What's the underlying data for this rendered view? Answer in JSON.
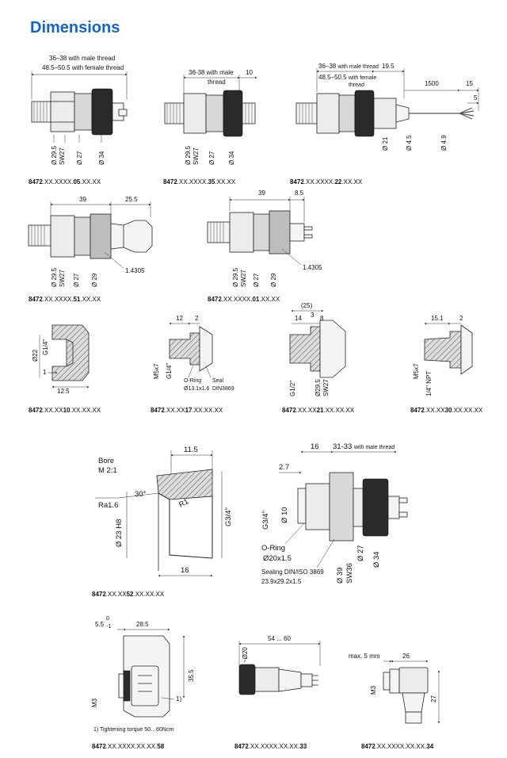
{
  "title": "Dimensions",
  "drawings": {
    "d05": {
      "dim_top_1": "36–38 with male thread",
      "dim_top_2": "48.5–50.5 with female thread",
      "v1": "Ø 29.5",
      "v2": "SW27",
      "v3": "Ø 27",
      "v4": "Ø 34",
      "pn_a": "8472",
      "pn_b": ".XX.XXXX.",
      "pn_c": "05",
      "pn_d": ".XX.XX"
    },
    "d35": {
      "dim_top_1": "36-38 with male",
      "dim_top_2": "thread",
      "dim_right": "10",
      "v1": "Ø 29.5",
      "v2": "SW27",
      "v3": "Ø 27",
      "v4": "Ø 34",
      "pn_a": "8472",
      "pn_b": ".XX.XXXX.",
      "pn_c": "35",
      "pn_d": ".XX.XX"
    },
    "d22": {
      "dim_top_1": "36–38",
      "dim_top_1s": "with male thread",
      "dim_top_2": "48.5–50.5",
      "dim_top_2s": "with female",
      "dim_top_3s": "thread",
      "dim_19": "19.5",
      "dim_1500": "1500",
      "dim_15": "15",
      "dim_5": "5",
      "v1": "Ø 21",
      "v2": "Ø 4.5",
      "v3": "Ø 4.9",
      "pn_a": "8472",
      "pn_b": ".XX.XXXX.",
      "pn_c": "22",
      "pn_d": ".XX.XX"
    },
    "d51": {
      "dim_39": "39",
      "dim_255": "25.5",
      "v1": "Ø 29.5",
      "v2": "SW27",
      "v3": "Ø 27",
      "v4": "Ø 29",
      "mat": "1.4305",
      "pn_a": "8472",
      "pn_b": ".XX.XXXX.",
      "pn_c": "51",
      "pn_d": ".XX.XX"
    },
    "d01": {
      "dim_39": "39",
      "dim_85": "8.5",
      "v1": "Ø 29.5",
      "v2": "SW27",
      "v3": "Ø 27",
      "v4": "Ø 29",
      "mat": "1.4305",
      "pn_a": "8472",
      "pn_b": ".XX.XXXX.",
      "pn_c": "01",
      "pn_d": ".XX.XX"
    },
    "d10": {
      "v1": "Ø22",
      "v2": "G1/4\"",
      "dim_1": "1",
      "dim_125": "12.5",
      "pn_a": "8472",
      "pn_b": ".XX.XX",
      "pn_c": "10",
      "pn_d": ".XX.XX.XX"
    },
    "d17": {
      "dim_12": "12",
      "dim_2": "2",
      "v1": "M5x7",
      "v2": "G1/4\"",
      "oring_1": "O-Ring",
      "oring_2": "Ø13.1x1.6",
      "seal_1": "Seal",
      "seal_2": "DIN3869",
      "pn_a": "8472",
      "pn_b": ".XX.XX",
      "pn_c": "17",
      "pn_d": ".XX.XX.XX"
    },
    "d21": {
      "dim_25": "(25)",
      "dim_14": "14",
      "dim_3": "3",
      "dim_8": "8",
      "v1": "G1/2\"",
      "v2": "Ø29.5",
      "v3": "SW27",
      "pn_a": "8472",
      "pn_b": ".XX.XX",
      "pn_c": "21",
      "pn_d": ".XX.XX.XX"
    },
    "d30": {
      "dim_151": "15.1",
      "dim_2": "2",
      "v1": "M5x7",
      "v2": "1/4\" NPT",
      "pn_a": "8472",
      "pn_b": ".XX.XX",
      "pn_c": "30",
      "pn_d": ".XX.XX.XX"
    },
    "d52": {
      "bore_1": "Bore",
      "bore_2": "M 2:1",
      "dim_115": "11.5",
      "ra": "Ra1.6",
      "angle": "30°",
      "r1": "R1",
      "v1": "Ø 23 H8",
      "v2": "G3/4\"",
      "dim_16": "16",
      "right_16": "16",
      "right_31": "31-33",
      "right_31s": "with male thread",
      "right_27": "2.7",
      "right_g34": "G3/4\"",
      "right_d10": "Ø 10",
      "oring_1": "O-Ring",
      "oring_2": "Ø20x1.5",
      "seal_1": "Sealing DIN/ISO 3869",
      "seal_2": "23.9x29.2x1.5",
      "rv1": "Ø 39",
      "rv2": "SW36",
      "rv3": "Ø 27",
      "rv4": "Ø 34",
      "pn_a": "8472",
      "pn_b": ".XX.XX",
      "pn_c": "52",
      "pn_d": ".XX.XX.XX"
    },
    "d58": {
      "dim_55": "5.5",
      "tol_top": "0",
      "tol_bot": "-1",
      "dim_285": "28.5",
      "dim_355": "35.5",
      "v1": "M3",
      "note_ref": "1)",
      "footnote": "1) Tightening torque 50…60Ncm",
      "pn_a": "8472",
      "pn_b": ".XX.XXXX.XX.XX.",
      "pn_c": "58"
    },
    "d33": {
      "dim_5460": "54 ... 60",
      "v1": "~Ø20",
      "pn_a": "8472",
      "pn_b": ".XX.XXXX.XX.XX.",
      "pn_c": "33"
    },
    "d34": {
      "dim_max": "max. 5 mm",
      "dim_26": "26",
      "v1": "M3",
      "dim_27": "27",
      "pn_a": "8472",
      "pn_b": ".XX.XXXX.XX.XX.",
      "pn_c": "34"
    }
  }
}
